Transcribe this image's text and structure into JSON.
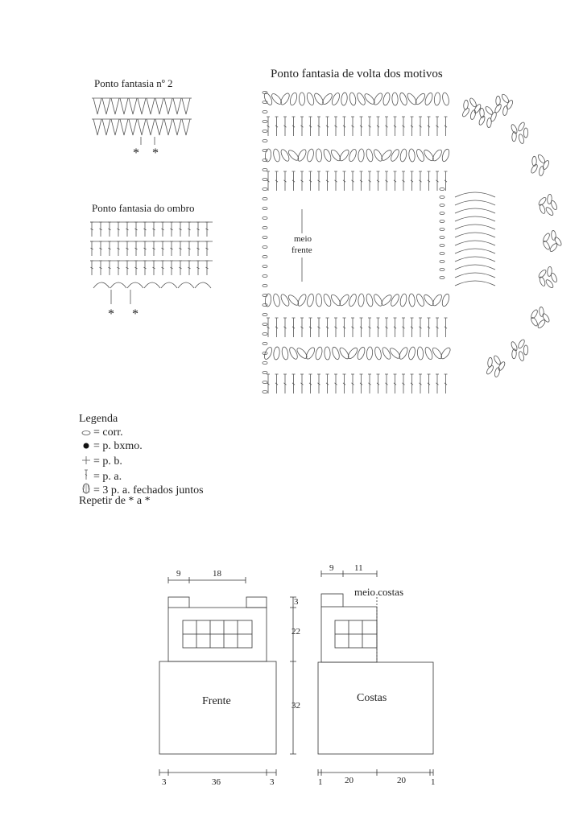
{
  "charts": {
    "ponto2_title": "Ponto fantasia nº 2",
    "ponto2_marks": "* *",
    "ombro_title": "Ponto fantasia do ombro",
    "ombro_marks": "* *",
    "volta_title": "Ponto fantasia de volta dos motivos",
    "meio_frente": [
      "meio",
      "frente"
    ]
  },
  "legend": {
    "title": "Legenda",
    "items": [
      {
        "symbol": "chain-oval-icon",
        "text": "= corr."
      },
      {
        "symbol": "slip-stitch-dot-icon",
        "text": "= p. bxmo."
      },
      {
        "symbol": "single-crochet-cross-icon",
        "text": "= p. b."
      },
      {
        "symbol": "double-crochet-icon",
        "text": "= p. a."
      },
      {
        "symbol": "cluster-3dc-icon",
        "text": "= 3 p. a. fechados juntos"
      }
    ],
    "repeat": "Repetir de * a *"
  },
  "schematic": {
    "front": {
      "label": "Frente",
      "top_dims": [
        "9",
        "18"
      ],
      "right_dims": [
        "3",
        "22",
        "32"
      ],
      "bottom_dims": [
        "3",
        "36",
        "3"
      ]
    },
    "back": {
      "label": "Costas",
      "note": "meio costas",
      "top_dims": [
        "9",
        "11"
      ],
      "bottom_dims": [
        "1",
        "20",
        "20",
        "1"
      ]
    }
  }
}
